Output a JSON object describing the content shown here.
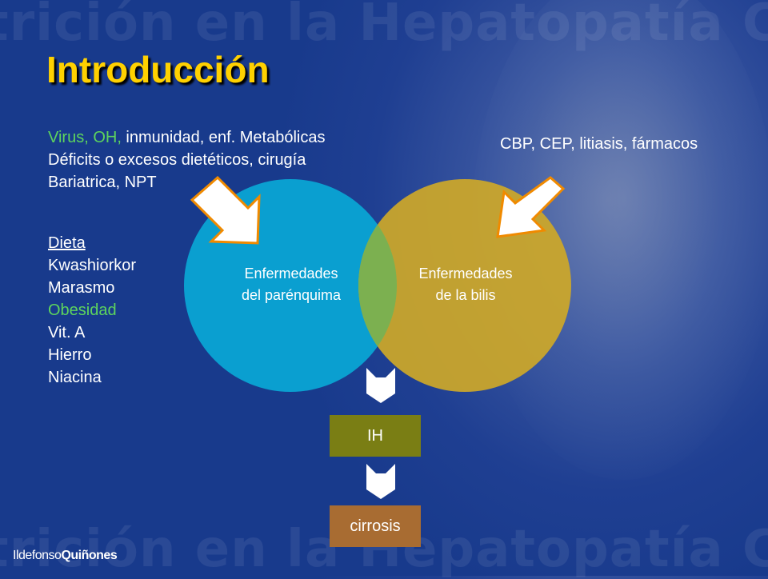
{
  "watermark": {
    "top": "trición en la Hepatopatía Cró",
    "bottom": "trición en la Hepatopatía Cró"
  },
  "title": "Introducción",
  "left_causes": {
    "line1_green": "Virus, OH,",
    "line1_rest": " inmunidad, enf. Metabólicas",
    "line2": "Déficits o excesos dietéticos, cirugía",
    "line3": "Bariatrica, NPT"
  },
  "diet_list": {
    "heading": "Dieta",
    "items": [
      "Kwashiorkor",
      "Marasmo",
      "Obesidad",
      "Vit. A",
      "Hierro",
      "Niacina"
    ]
  },
  "right_causes": "CBP, CEP, litiasis, fármacos",
  "circles": {
    "left": [
      "Enfermedades",
      "del parénquima"
    ],
    "right": [
      "Enfermedades",
      "de la bilis"
    ]
  },
  "boxes": {
    "ih": "IH",
    "cirrosis": "cirrosis"
  },
  "logo": {
    "first": "Ildefonso",
    "second": "Quiñones"
  },
  "colors": {
    "title": "#ffd100",
    "left_circle": "#0a9fd0",
    "right_circle": "#cea828",
    "overlap": "#7cb050",
    "ih_box": "#7a7e14",
    "cirrosis_box": "#a86c32",
    "arrow_fill": "#ffffff",
    "arrow_stroke": "#f08a00",
    "green_text": "#5dd45d"
  }
}
